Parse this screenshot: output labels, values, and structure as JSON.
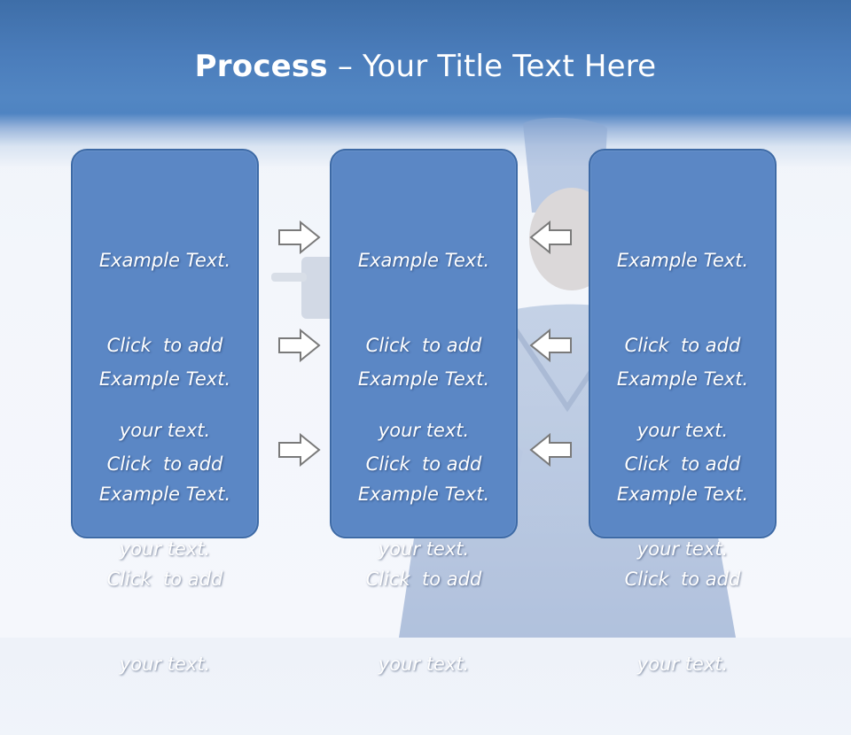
{
  "title": {
    "bold": "Process",
    "dash": " – ",
    "rest": "Your Title Text Here"
  },
  "columns": [
    {
      "items": [
        {
          "line1": "Example Text.",
          "line2": "Click  to add",
          "line3": "your text."
        },
        {
          "line1": "Example Text.",
          "line2": "Click  to add",
          "line3": "your text."
        },
        {
          "line1": "Example Text.",
          "line2": "Click  to add",
          "line3": "your text."
        }
      ]
    },
    {
      "items": [
        {
          "line1": "Example Text.",
          "line2": "Click  to add",
          "line3": "your text."
        },
        {
          "line1": "Example Text.",
          "line2": "Click  to add",
          "line3": "your text."
        },
        {
          "line1": "Example Text.",
          "line2": "Click  to add",
          "line3": "your text."
        }
      ]
    },
    {
      "items": [
        {
          "line1": "Example Text.",
          "line2": "Click  to add",
          "line3": "your text."
        },
        {
          "line1": "Example Text.",
          "line2": "Click  to add",
          "line3": "your text."
        },
        {
          "line1": "Example Text.",
          "line2": "Click  to add",
          "line3": "your text."
        }
      ]
    }
  ],
  "icons": {
    "left_arrows": "arrow-right-icon",
    "right_arrows": "arrow-left-icon"
  },
  "colors": {
    "header": "#4a7cba",
    "box_fill": "#5b87c5",
    "box_border": "#3d6aa6",
    "text": "#ffffff"
  }
}
